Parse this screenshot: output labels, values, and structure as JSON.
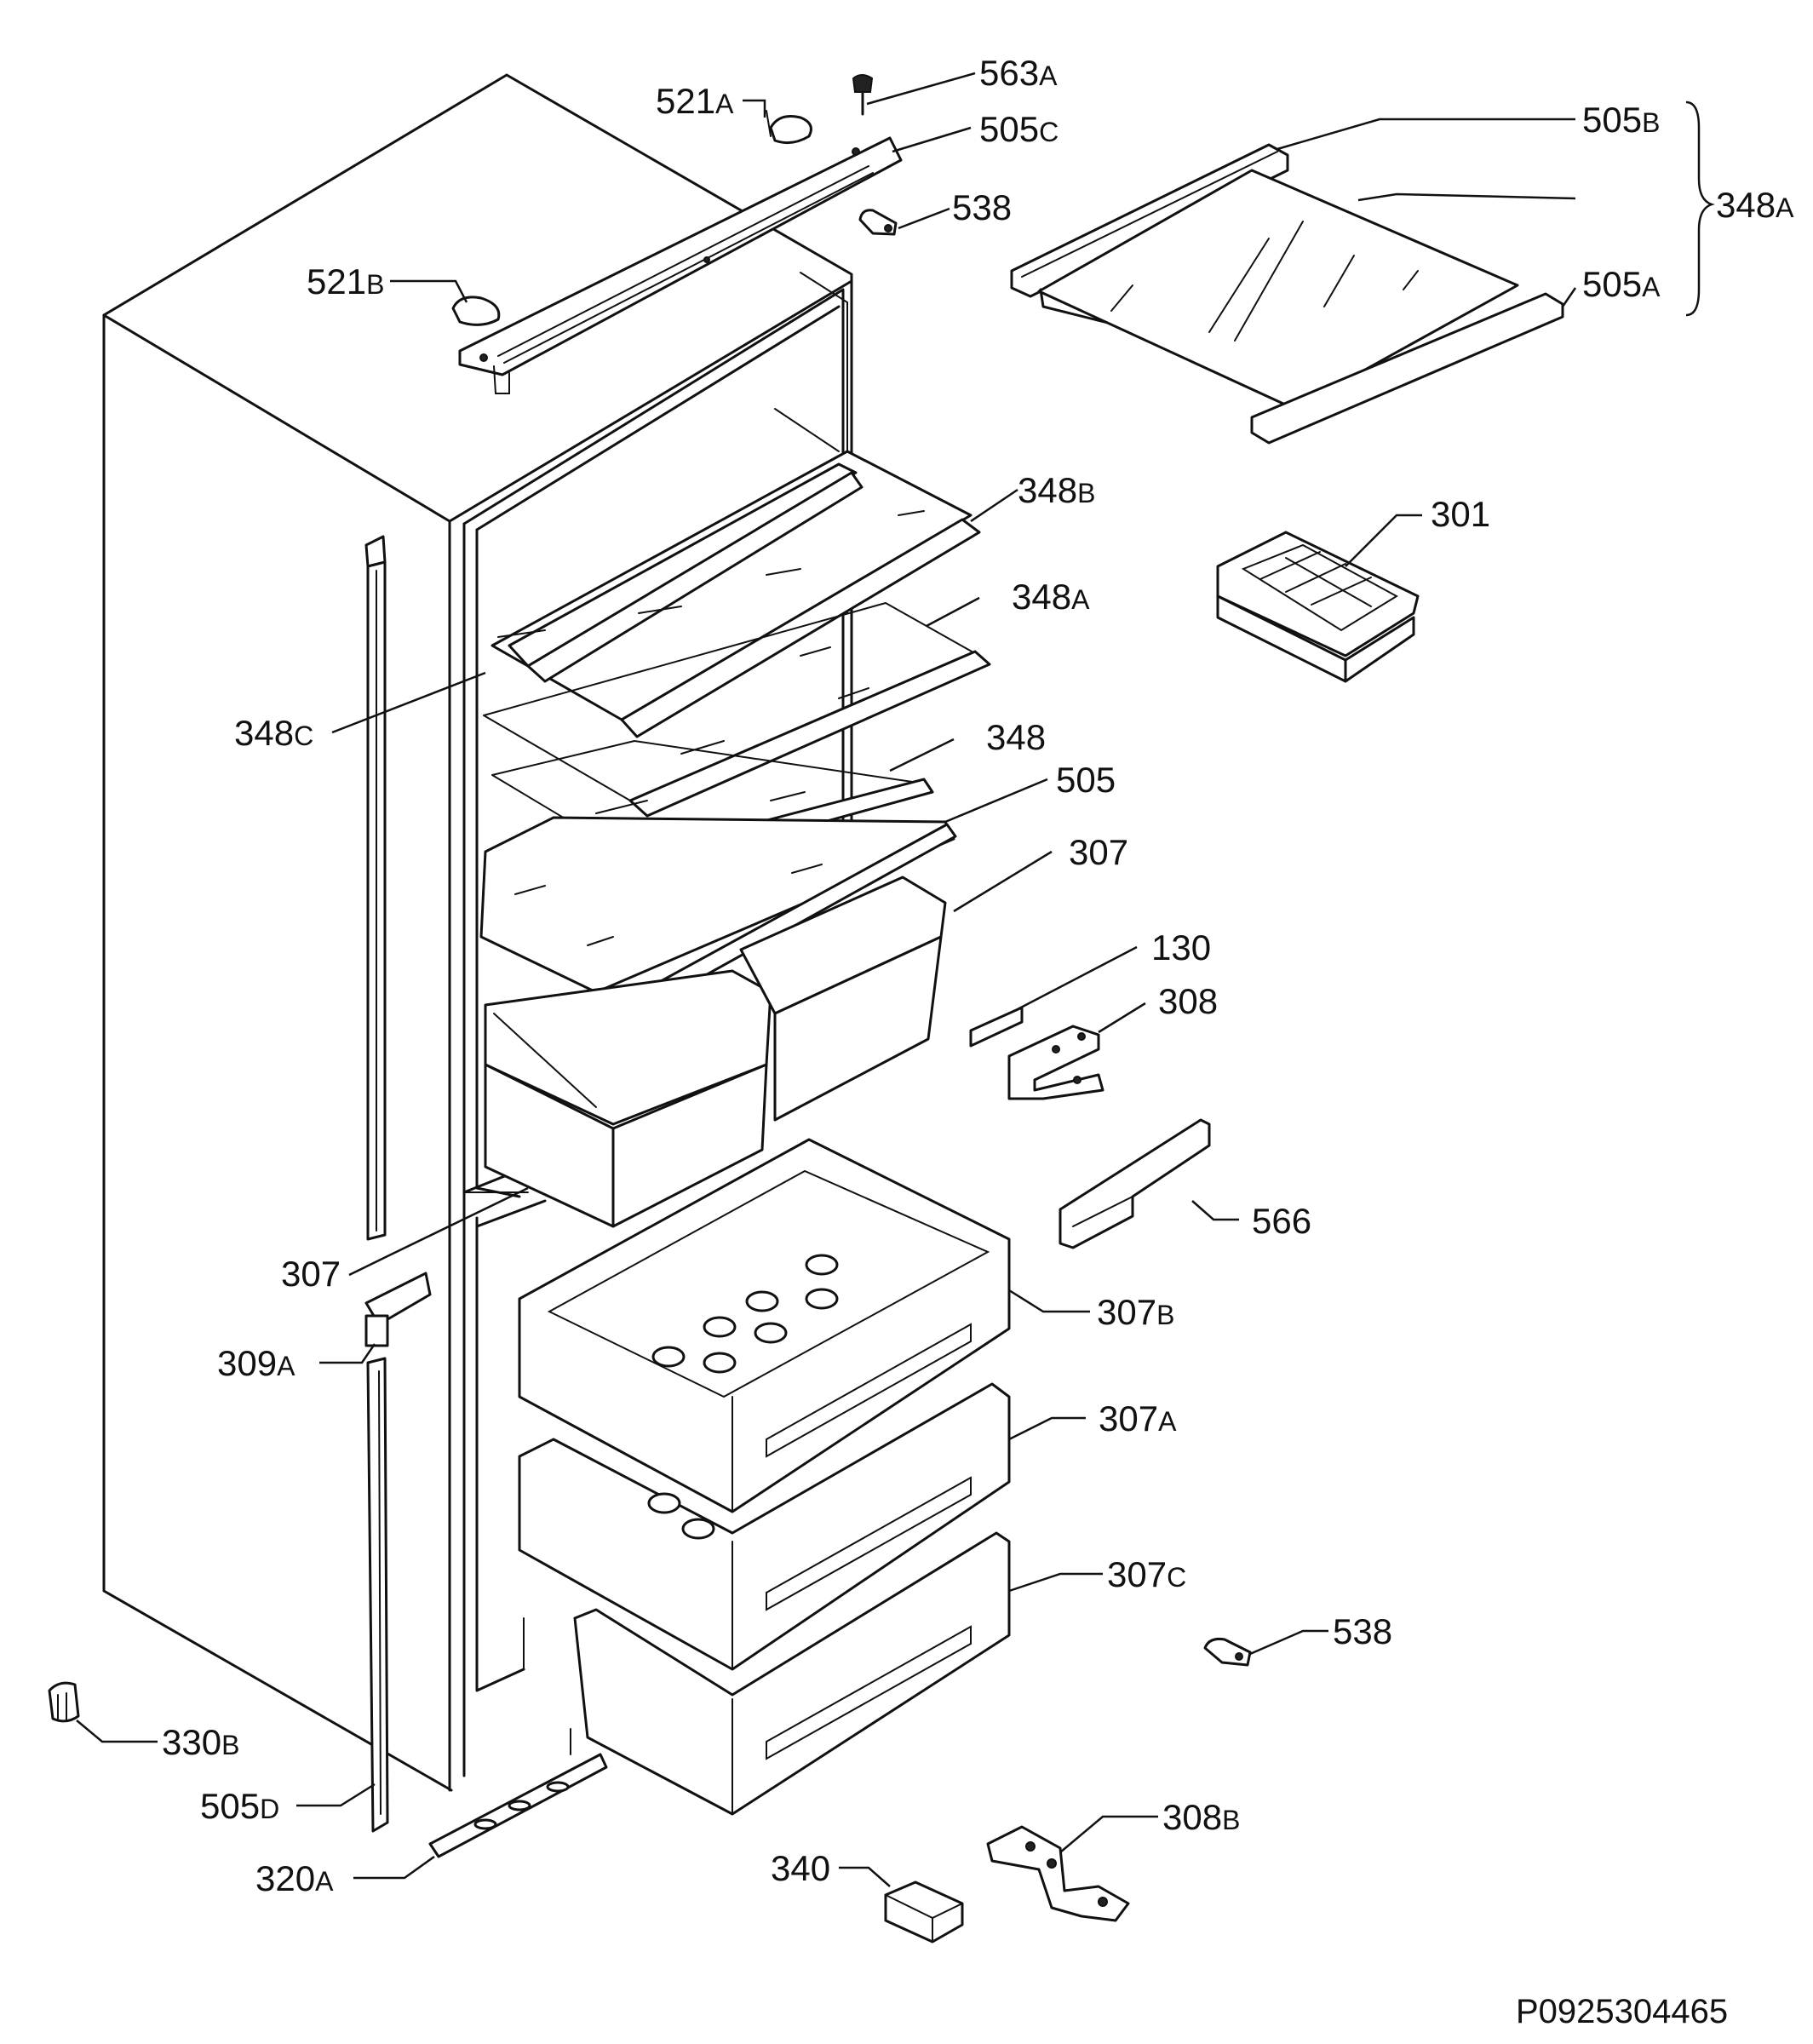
{
  "labels": {
    "l563a": {
      "num": "563",
      "suffix": "A"
    },
    "l521a": {
      "num": "521",
      "suffix": "A"
    },
    "l505c": {
      "num": "505",
      "suffix": "C"
    },
    "l538top": {
      "num": "538",
      "suffix": ""
    },
    "l521b": {
      "num": "521",
      "suffix": "B"
    },
    "l505b": {
      "num": "505",
      "suffix": "B"
    },
    "l348a_group": {
      "num": "348",
      "suffix": "A"
    },
    "l505a": {
      "num": "505",
      "suffix": "A"
    },
    "l348b": {
      "num": "348",
      "suffix": "B"
    },
    "l301": {
      "num": "301",
      "suffix": ""
    },
    "l348a": {
      "num": "348",
      "suffix": "A"
    },
    "l348c": {
      "num": "348",
      "suffix": "C"
    },
    "l348": {
      "num": "348",
      "suffix": ""
    },
    "l505": {
      "num": "505",
      "suffix": ""
    },
    "l307top": {
      "num": "307",
      "suffix": ""
    },
    "l130": {
      "num": "130",
      "suffix": ""
    },
    "l308": {
      "num": "308",
      "suffix": ""
    },
    "l566": {
      "num": "566",
      "suffix": ""
    },
    "l307left": {
      "num": "307",
      "suffix": ""
    },
    "l307b": {
      "num": "307",
      "suffix": "B"
    },
    "l309a": {
      "num": "309",
      "suffix": "A"
    },
    "l307a": {
      "num": "307",
      "suffix": "A"
    },
    "l307c": {
      "num": "307",
      "suffix": "C"
    },
    "l538bottom": {
      "num": "538",
      "suffix": ""
    },
    "l330b": {
      "num": "330",
      "suffix": "B"
    },
    "l505d": {
      "num": "505",
      "suffix": "D"
    },
    "l308b": {
      "num": "308",
      "suffix": "B"
    },
    "l340": {
      "num": "340",
      "suffix": ""
    },
    "l320a": {
      "num": "320",
      "suffix": "A"
    }
  },
  "drawing_code": "P0925304465"
}
